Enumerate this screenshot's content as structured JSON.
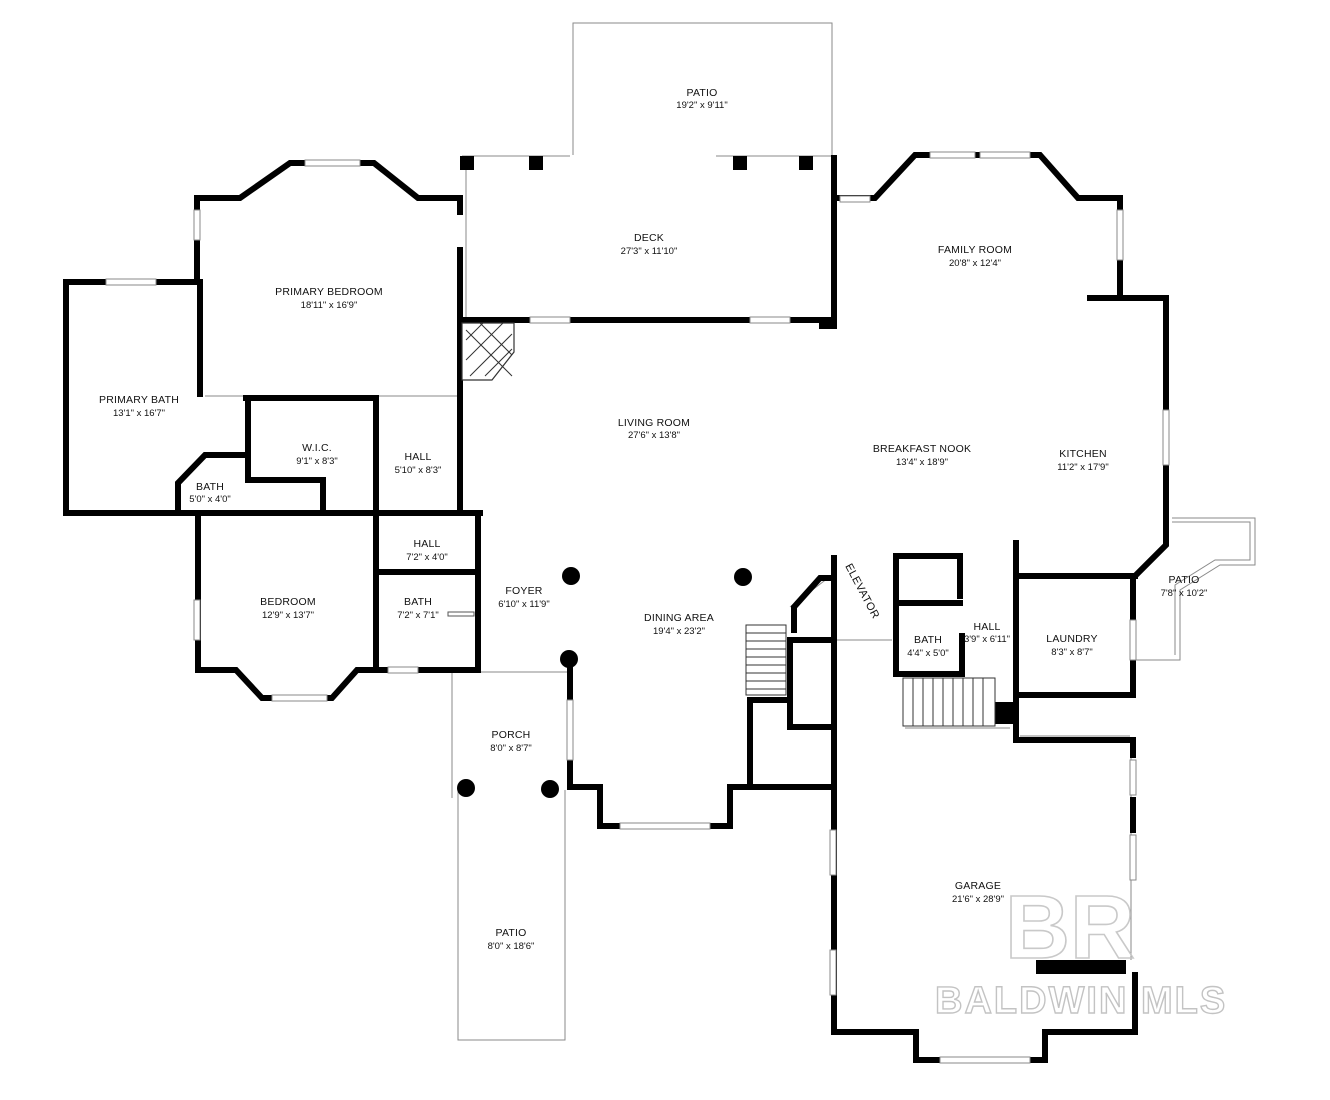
{
  "rooms": {
    "patio_top": {
      "name": "PATIO",
      "dims": "19'2\" x 9'11\""
    },
    "deck": {
      "name": "DECK",
      "dims": "27'3\" x 11'10\""
    },
    "family_room": {
      "name": "FAMILY ROOM",
      "dims": "20'8\" x 12'4\""
    },
    "primary_bedroom": {
      "name": "PRIMARY BEDROOM",
      "dims": "18'11\" x 16'9\""
    },
    "primary_bath": {
      "name": "PRIMARY BATH",
      "dims": "13'1\" x 16'7\""
    },
    "wic": {
      "name": "W.I.C.",
      "dims": "9'1\" x 8'3\""
    },
    "hall_upper": {
      "name": "HALL",
      "dims": "5'10\" x 8'3\""
    },
    "bath_small": {
      "name": "BATH",
      "dims": "5'0\" x 4'0\""
    },
    "living_room": {
      "name": "LIVING ROOM",
      "dims": "27'6\" x 13'8\""
    },
    "breakfast_nook": {
      "name": "BREAKFAST NOOK",
      "dims": "13'4\" x 18'9\""
    },
    "kitchen": {
      "name": "KITCHEN",
      "dims": "11'2\" x 17'9\""
    },
    "hall_mid": {
      "name": "HALL",
      "dims": "7'2\" x 4'0\""
    },
    "bedroom": {
      "name": "BEDROOM",
      "dims": "12'9\" x 13'7\""
    },
    "bath_bedroom": {
      "name": "BATH",
      "dims": "7'2\" x 7'1\""
    },
    "foyer": {
      "name": "FOYER",
      "dims": "6'10\" x 11'9\""
    },
    "dining_area": {
      "name": "DINING AREA",
      "dims": "19'4\" x 23'2\""
    },
    "bath_hall": {
      "name": "BATH",
      "dims": "4'4\" x 5'0\""
    },
    "hall_elevator": {
      "name": "HALL",
      "dims": "3'9\" x 6'11\""
    },
    "laundry": {
      "name": "LAUNDRY",
      "dims": "8'3\" x 8'7\""
    },
    "patio_right": {
      "name": "PATIO",
      "dims": "7'8\" x 10'2\""
    },
    "porch": {
      "name": "PORCH",
      "dims": "8'0\" x 8'7\""
    },
    "patio_bottom": {
      "name": "PATIO",
      "dims": "8'0\" x 18'6\""
    },
    "garage": {
      "name": "GARAGE",
      "dims": "21'6\" x 28'9\""
    }
  },
  "labels": {
    "elevator": "ELEVATOR"
  },
  "watermark": {
    "text": "BALDWIN MLS",
    "logo": "BR"
  }
}
